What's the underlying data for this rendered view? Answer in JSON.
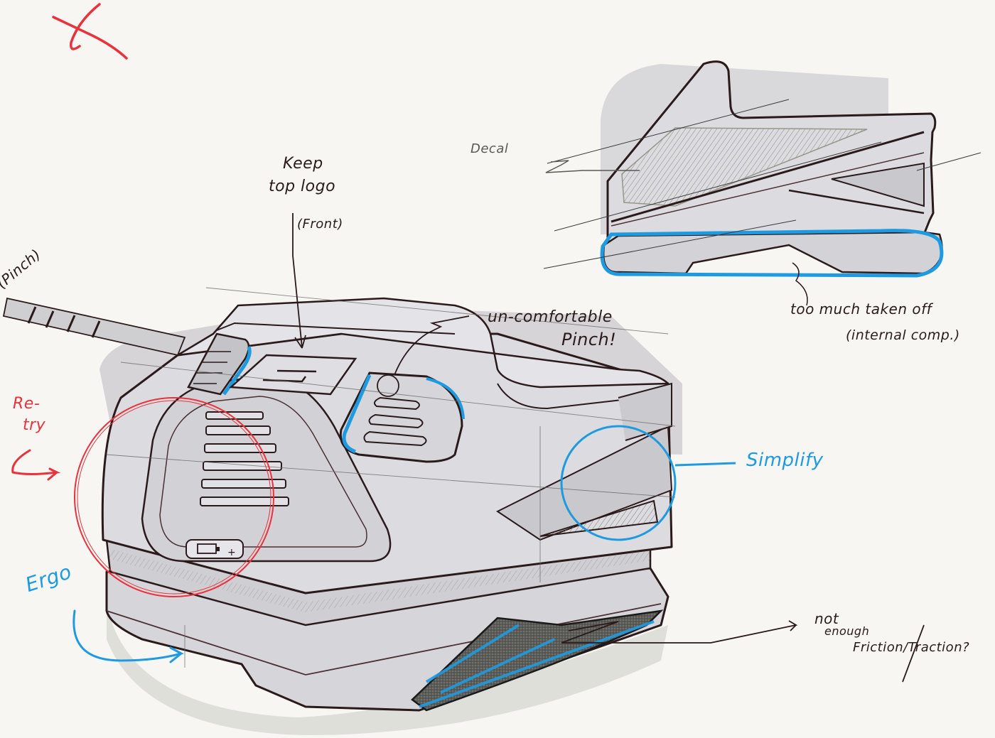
{
  "sheet": {
    "type": "industrial design sketch",
    "subject": "battery charger concept (front 3/4 view and side view)",
    "reject_mark": "✕",
    "colors": {
      "paper": "#f7f6f3",
      "ink": "#2a1a1a",
      "marker_blue": "#1e9be0",
      "marker_red": "#e8323c",
      "body_grey": "#d9d8dc",
      "shadow_grey": "#b9b8bd"
    }
  },
  "annotations": {
    "pinch_left": "(Pinch)",
    "keep_logo_line1": "Keep",
    "keep_logo_line2": "top logo",
    "keep_logo_line3": "(Front)",
    "uncomfortable_line1": "un-comfortable",
    "uncomfortable_line2": "Pinch!",
    "decal": "Decal",
    "too_much_line1": "too much taken off",
    "too_much_line2": "(internal comp.)",
    "retry_line1": "Re-",
    "retry_line2": "try",
    "simplify": "Simplify",
    "ergo": "Ergo",
    "friction_line1": "not",
    "friction_line2": "enough",
    "friction_line3": "Friction/Traction?"
  },
  "icons": {
    "battery_plus": "battery-charge-indicator"
  }
}
